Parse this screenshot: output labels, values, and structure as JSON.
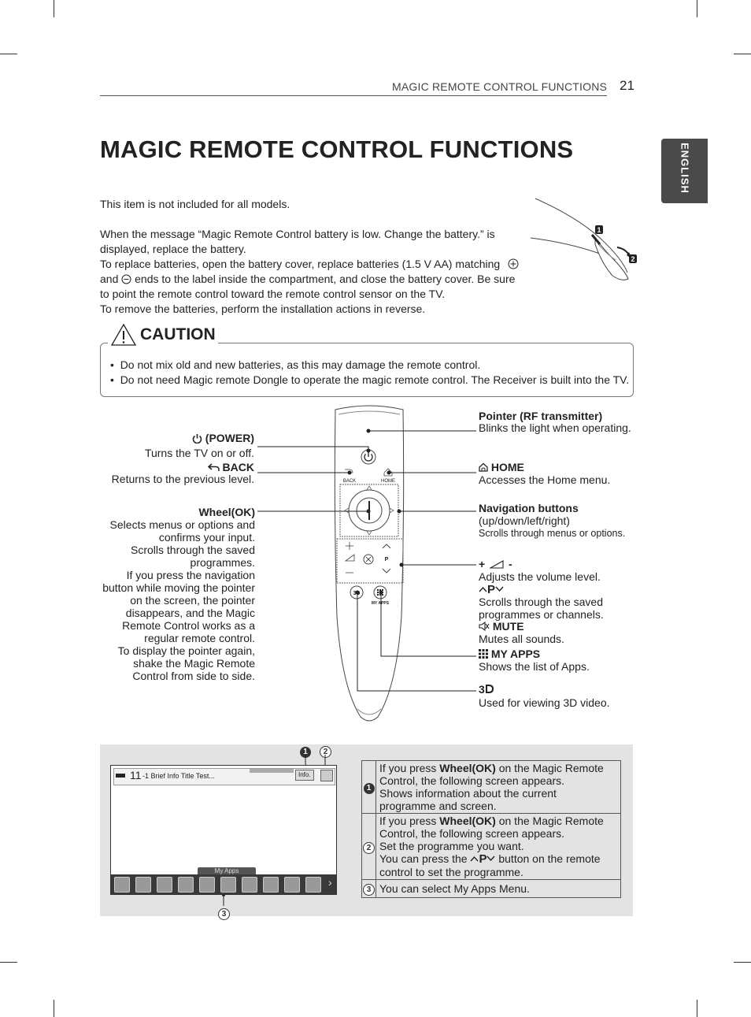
{
  "header": {
    "section_title": "MAGIC REMOTE CONTROL FUNCTIONS",
    "page_number": "21"
  },
  "language_tab": "ENGLISH",
  "title": "MAGIC REMOTE CONTROL FUNCTIONS",
  "intro": {
    "line1": "This item is not included for all models.",
    "line2": "When the message “Magic Remote Control battery is low. Change the battery.” is",
    "line3": "displayed, replace the battery.",
    "line4a": "To replace batteries, open the battery cover, replace batteries (1.5 V AA) matching",
    "line5a": "and",
    "line5b": "ends to the label inside the compartment, and close the battery cover. Be sure",
    "line6": "to point the remote control toward the remote control sensor on the TV.",
    "line7": "To remove the batteries, perform the installation actions in reverse."
  },
  "battery_figure": {
    "step1": "1",
    "step2": "2"
  },
  "caution": {
    "heading": "CAUTION",
    "items": [
      "Do not mix old and new batteries, as this may damage the remote control.",
      "Do not need Magic remote Dongle to operate the magic remote control. The Receiver is built into the TV."
    ]
  },
  "remote": {
    "back_label": "BACK",
    "home_label": "HOME",
    "p_label": "P",
    "myapps_label": "MY APPS"
  },
  "left_labels": {
    "power_title": "(POWER)",
    "power_desc": "Turns the TV on or off.",
    "back_title": "BACK",
    "back_desc": "Returns to the previous level.",
    "wheel_title": "Wheel(OK)",
    "wheel_lines": [
      "Selects menus or options and",
      "confirms your input.",
      "Scrolls through the saved",
      "programmes.",
      "If you press the navigation",
      "button while moving the pointer",
      "on the screen, the pointer",
      "disappears, and the Magic",
      "Remote Control works as a",
      "regular remote control.",
      "To display the pointer again,",
      "shake the Magic Remote",
      "Control from side to side."
    ]
  },
  "right_labels": {
    "pointer_title": "Pointer (RF transmitter)",
    "pointer_desc": "Blinks the light when operating.",
    "home_title": "HOME",
    "home_desc": "Accesses the Home menu.",
    "nav_title": "Navigation buttons",
    "nav_sub": "(up/down/left/right)",
    "nav_desc": "Scrolls through menus or options.",
    "vol_title_plus": "+",
    "vol_title_minus": "-",
    "vol_desc": "Adjusts the volume level.",
    "prog_title": "P",
    "prog_desc1": "Scrolls through the saved",
    "prog_desc2": "programmes or channels.",
    "mute_title": "MUTE",
    "mute_desc": "Mutes all sounds.",
    "myapps_title": "MY APPS",
    "myapps_desc": "Shows the list of Apps.",
    "threed_desc": "Used for viewing 3D video."
  },
  "tv_screen": {
    "channel": "11",
    "info_title": "-1 Brief Info Title Test...",
    "info_button": "Info.",
    "myapps_bar": "My Apps",
    "callouts": [
      "1",
      "2",
      "3"
    ]
  },
  "table": {
    "rows": [
      {
        "num": "1",
        "pre": "If you press ",
        "bold": "Wheel(OK)",
        "post": " on the Magic Remote",
        "lines": [
          "Control, the following screen appears.",
          "Shows information about the current",
          "programme and screen."
        ]
      },
      {
        "num": "2",
        "pre": "If you press ",
        "bold": "Wheel(OK)",
        "post": " on the Magic Remote",
        "lines": [
          "Control, the following screen appears.",
          "Set the programme you want."
        ],
        "line_a": "You can press the",
        "line_b": "button on the remote",
        "line_last": "control to set the programme."
      },
      {
        "num": "3",
        "text": "You can select My Apps Menu."
      }
    ]
  }
}
